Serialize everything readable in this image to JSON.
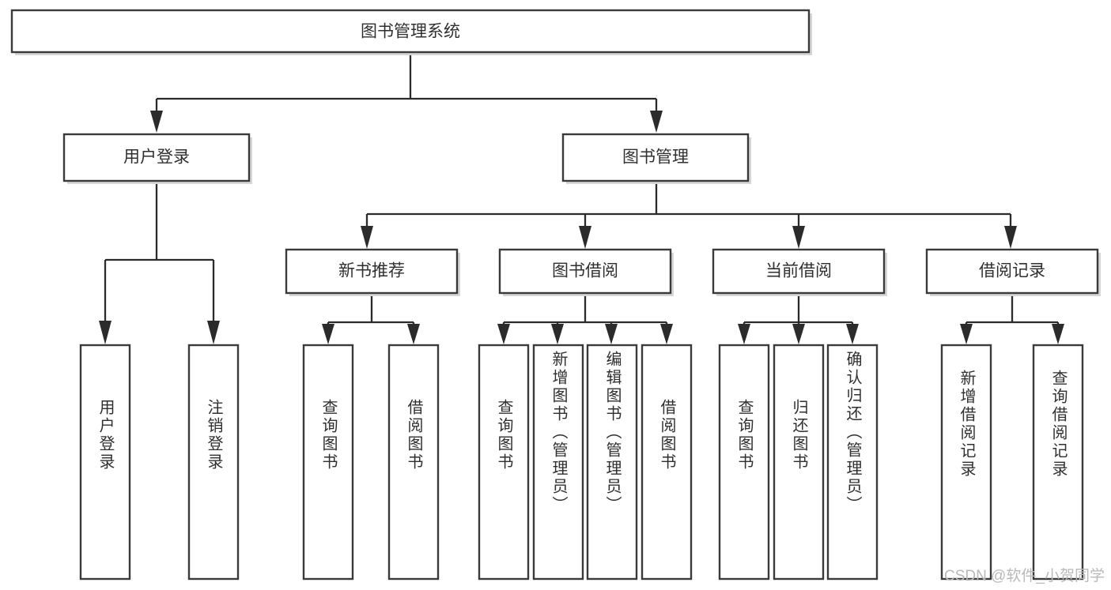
{
  "diagram": {
    "type": "tree",
    "title_node": {
      "id": "root",
      "label": "图书管理系统"
    },
    "level2": [
      {
        "id": "user-login",
        "label": "用户登录"
      },
      {
        "id": "book-manage",
        "label": "图书管理"
      }
    ],
    "level3": [
      {
        "id": "new-book-rec",
        "label": "新书推荐",
        "parent": "book-manage"
      },
      {
        "id": "book-borrow",
        "label": "图书借阅",
        "parent": "book-manage"
      },
      {
        "id": "current-borrow",
        "label": "当前借阅",
        "parent": "book-manage"
      },
      {
        "id": "borrow-record",
        "label": "借阅记录",
        "parent": "book-manage"
      }
    ],
    "leaves": [
      {
        "id": "leaf-user-login",
        "label": "用户登录",
        "parent": "user-login"
      },
      {
        "id": "leaf-logout",
        "label": "注销登录",
        "parent": "user-login"
      },
      {
        "id": "leaf-query-book-1",
        "label": "查询图书",
        "parent": "new-book-rec"
      },
      {
        "id": "leaf-borrow-book-1",
        "label": "借阅图书",
        "parent": "new-book-rec"
      },
      {
        "id": "leaf-query-book-2",
        "label": "查询图书",
        "parent": "book-borrow"
      },
      {
        "id": "leaf-add-book",
        "label": "新增图书（管理员）",
        "parent": "book-borrow"
      },
      {
        "id": "leaf-edit-book",
        "label": "编辑图书（管理员）",
        "parent": "book-borrow"
      },
      {
        "id": "leaf-borrow-book-2",
        "label": "借阅图书",
        "parent": "book-borrow"
      },
      {
        "id": "leaf-query-book-3",
        "label": "查询图书",
        "parent": "current-borrow"
      },
      {
        "id": "leaf-return-book",
        "label": "归还图书",
        "parent": "current-borrow"
      },
      {
        "id": "leaf-confirm-return",
        "label": "确认归还（管理员）",
        "parent": "current-borrow"
      },
      {
        "id": "leaf-add-record",
        "label": "新增借阅记录",
        "parent": "borrow-record"
      },
      {
        "id": "leaf-query-record",
        "label": "查询借阅记录",
        "parent": "borrow-record"
      }
    ]
  },
  "watermark": {
    "text": "CSDN @软件_小贺同学"
  },
  "colors": {
    "box_stroke": "#3a3a3a",
    "line": "#2b2b2b",
    "text": "#2f2f2f",
    "background": "#ffffff",
    "watermark": "#b9b9b9"
  }
}
